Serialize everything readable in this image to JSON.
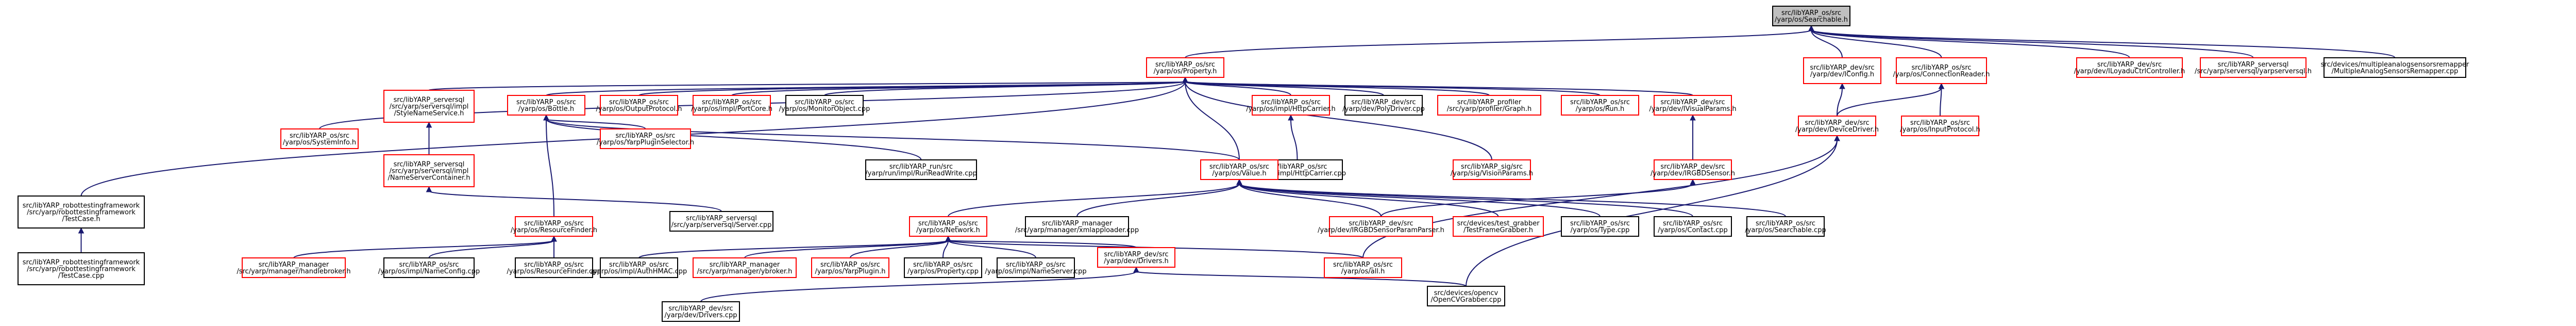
{
  "graph": {
    "title": "",
    "colors": {
      "edge": "#191970",
      "node_fill": "#ffffff",
      "node_border_black": "#000000",
      "node_border_red": "#ff0000",
      "root_fill": "#bfbfbf",
      "text": "#000000"
    },
    "nodes": [
      {
        "id": "n_root",
        "lines": [
          "src/libYARP_os/src",
          "/yarp/os/Searchable.h"
        ],
        "style": "root"
      },
      {
        "id": "n_property",
        "lines": [
          "src/libYARP_os/src",
          "/yarp/os/Property.h"
        ],
        "style": "red"
      },
      {
        "id": "n_iconfig",
        "lines": [
          "src/libYARP_dev/src",
          "/yarp/dev/IConfig.h"
        ],
        "style": "red"
      },
      {
        "id": "n_connreader",
        "lines": [
          "src/libYARP_os/src",
          "/yarp/os/ConnectionReader.h"
        ],
        "style": "red"
      },
      {
        "id": "n_iloyaduc",
        "lines": [
          "src/libYARP_dev/src",
          "/yarp/dev/ILoyaduCtrlController.h"
        ],
        "style": "red"
      },
      {
        "id": "n_yarpserverimpl",
        "lines": [
          "src/libYARP_serversql",
          "/src/yarp/serversql/yarpserversql.h"
        ],
        "style": "red"
      },
      {
        "id": "n_multipleanalog",
        "lines": [
          "src/devices/multipleanalogsensorsremapper",
          "/MultipleAnalogSensorsRemapper.cpp"
        ],
        "style": "black"
      },
      {
        "id": "n_robottest",
        "lines": [
          "src/libYARP_robottestingframework",
          "/src/yarp/robottestingframework",
          "/TestCase.h"
        ],
        "style": "black"
      },
      {
        "id": "n_stylename",
        "lines": [
          "src/libYARP_serversql",
          "/src/yarp/serversql/impl",
          "/StyleNameService.h"
        ],
        "style": "red"
      },
      {
        "id": "n_bottle",
        "lines": [
          "src/libYARP_os/src",
          "/yarp/os/Bottle.h"
        ],
        "style": "red"
      },
      {
        "id": "n_outputproto",
        "lines": [
          "src/libYARP_os/src",
          "/yarp/os/OutputProtocol.h"
        ],
        "style": "red"
      },
      {
        "id": "n_portcore",
        "lines": [
          "src/libYARP_os/src",
          "/yarp/os/impl/PortCore.h"
        ],
        "style": "red"
      },
      {
        "id": "n_monitorobj",
        "lines": [
          "src/libYARP_os/src",
          "/yarp/os/MonitorObject.cpp"
        ],
        "style": "black"
      },
      {
        "id": "n_httpcarrier",
        "lines": [
          "src/libYARP_os/src",
          "/yarp/os/impl/HttpCarrier.h"
        ],
        "style": "red"
      },
      {
        "id": "n_polydriver",
        "lines": [
          "src/libYARP_dev/src",
          "/yarp/dev/PolyDriver.cpp"
        ],
        "style": "black"
      },
      {
        "id": "n_yarpprofiler",
        "lines": [
          "src/libYARP_profiler",
          "/src/yarp/profiler/Graph.h"
        ],
        "style": "red"
      },
      {
        "id": "n_yarprun",
        "lines": [
          "src/libYARP_os/src",
          "/yarp/os/Run.h"
        ],
        "style": "red"
      },
      {
        "id": "n_ivisualparams",
        "lines": [
          "src/libYARP_dev/src",
          "/yarp/dev/IVisualParams.h"
        ],
        "style": "red"
      },
      {
        "id": "n_devicedriver",
        "lines": [
          "src/libYARP_dev/src",
          "/yarp/dev/DeviceDriver.h"
        ],
        "style": "red"
      },
      {
        "id": "n_iprotocol",
        "lines": [
          "src/libYARP_os/src",
          "/yarp/os/InputProtocol.h"
        ],
        "style": "red"
      },
      {
        "id": "n_systeminfo",
        "lines": [
          "src/libYARP_os/src",
          "/yarp/os/SystemInfo.h"
        ],
        "style": "red"
      },
      {
        "id": "n_nameservercontainer",
        "lines": [
          "src/libYARP_serversql",
          "/src/yarp/serversql/impl",
          "/NameServerContainer.h"
        ],
        "style": "red"
      },
      {
        "id": "n_yarppluginselector",
        "lines": [
          "src/libYARP_os/src",
          "/yarp/os/YarpPluginSelector.h"
        ],
        "style": "red"
      },
      {
        "id": "n_runreadwrite",
        "lines": [
          "src/libYARP_run/src",
          "/yarp/run/impl/RunReadWrite.cpp"
        ],
        "style": "black"
      },
      {
        "id": "n_httpcarriercpp",
        "lines": [
          "src/libYARP_os/src",
          "/yarp/os/impl/HttpCarrier.cpp"
        ],
        "style": "black"
      },
      {
        "id": "n_value",
        "lines": [
          "src/libYARP_os/src",
          "/yarp/os/Value.h"
        ],
        "style": "red"
      },
      {
        "id": "n_visionparams",
        "lines": [
          "src/libYARP_sig/src",
          "/yarp/sig/VisionParams.h"
        ],
        "style": "red"
      },
      {
        "id": "n_rgbdsensor",
        "lines": [
          "src/libYARP_dev/src",
          "/yarp/dev/IRGBDSensor.h"
        ],
        "style": "red"
      },
      {
        "id": "n_resourcefinder",
        "lines": [
          "src/libYARP_os/src",
          "/yarp/os/ResourceFinder.h"
        ],
        "style": "red"
      },
      {
        "id": "n_serverlib",
        "lines": [
          "src/libYARP_serversql",
          "/src/yarp/serversql/Server.cpp"
        ],
        "style": "black"
      },
      {
        "id": "n_network",
        "lines": [
          "src/libYARP_os/src",
          "/yarp/os/Network.h"
        ],
        "style": "red"
      },
      {
        "id": "n_ymmanager",
        "lines": [
          "src/libYARP_manager",
          "/src/yarp/manager/xmlapploader.cpp"
        ],
        "style": "black"
      },
      {
        "id": "n_rgbdparser",
        "lines": [
          "src/libYARP_dev/src",
          "/yarp/dev/IRGBDSensorParamParser.h"
        ],
        "style": "red"
      },
      {
        "id": "n_testframegrabber",
        "lines": [
          "src/devices/test_grabber",
          "/TestFrameGrabber.h"
        ],
        "style": "red"
      },
      {
        "id": "n_type",
        "lines": [
          "src/libYARP_os/src",
          "/yarp/os/Type.cpp"
        ],
        "style": "black"
      },
      {
        "id": "n_contact",
        "lines": [
          "src/libYARP_os/src",
          "/yarp/os/Contact.cpp"
        ],
        "style": "black"
      },
      {
        "id": "n_searchablecpp",
        "lines": [
          "src/libYARP_os/src",
          "/yarp/os/Searchable.cpp"
        ],
        "style": "black"
      },
      {
        "id": "n_robottestcpp",
        "lines": [
          "src/libYARP_robottestingframework",
          "/src/yarp/robottestingframework",
          "/TestCase.cpp"
        ],
        "style": "black"
      },
      {
        "id": "n_ymhandle",
        "lines": [
          "src/libYARP_manager",
          "/src/yarp/manager/handlebroker.h"
        ],
        "style": "red"
      },
      {
        "id": "n_namecontrol",
        "lines": [
          "src/libYARP_os/src",
          "/yarp/os/impl/NameConfig.cpp"
        ],
        "style": "black"
      },
      {
        "id": "n_rfcpp",
        "lines": [
          "src/libYARP_os/src",
          "/yarp/os/ResourceFinder.cpp"
        ],
        "style": "black"
      },
      {
        "id": "n_authhmac",
        "lines": [
          "src/libYARP_os/src",
          "/yarp/os/impl/AuthHMAC.cpp"
        ],
        "style": "black"
      },
      {
        "id": "n_ymbroker",
        "lines": [
          "src/libYARP_manager",
          "/src/yarp/manager/ybroker.h"
        ],
        "style": "red"
      },
      {
        "id": "n_yarpplugin",
        "lines": [
          "src/libYARP_os/src",
          "/yarp/os/YarpPlugin.h"
        ],
        "style": "red"
      },
      {
        "id": "n_propertycpp",
        "lines": [
          "src/libYARP_os/src",
          "/yarp/os/Property.cpp"
        ],
        "style": "black"
      },
      {
        "id": "n_nameserver",
        "lines": [
          "src/libYARP_os/src",
          "/yarp/os/impl/NameServer.cpp"
        ],
        "style": "black"
      },
      {
        "id": "n_drivers",
        "lines": [
          "src/libYARP_dev/src",
          "/yarp/dev/Drivers.h"
        ],
        "style": "red"
      },
      {
        "id": "n_all",
        "lines": [
          "src/libYARP_os/src",
          "/yarp/os/all.h"
        ],
        "style": "red"
      },
      {
        "id": "n_opencv",
        "lines": [
          "src/devices/opencv",
          "/OpenCVGrabber.cpp"
        ],
        "style": "black"
      },
      {
        "id": "n_driverscpp",
        "lines": [
          "src/libYARP_dev/src",
          "/yarp/dev/Drivers.cpp"
        ],
        "style": "black"
      }
    ]
  }
}
